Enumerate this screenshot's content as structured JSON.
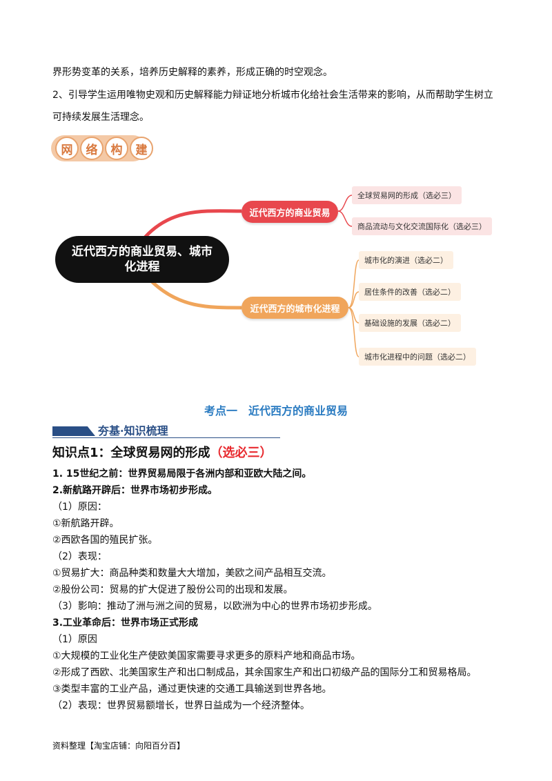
{
  "intro": {
    "line1": "界形势变革的关系，培养历史解释的素养，形成正确的时空观念。",
    "line2": "2、引导学生运用唯物史观和历史解释能力辩证地分析城市化给社会生活带来的影响，从而帮助学生树立",
    "line3": "可持续发展生活理念。"
  },
  "badge": {
    "chars": [
      "网",
      "络",
      "构",
      "建"
    ]
  },
  "mindmap": {
    "central": "近代西方的商业贸易、城市化进程",
    "branch1": {
      "label": "近代西方的商业贸易",
      "leaves": [
        "全球贸易网的形成（选必三）",
        "商品流动与文化交流国际化（选必三）"
      ]
    },
    "branch2": {
      "label": "近代西方的城市化进程",
      "leaves": [
        "城市化的演进（选必二）",
        "居住条件的改善（选必二）",
        "基础设施的发展（选必二）",
        "城市化进程中的问题（选必二）"
      ]
    },
    "colors": {
      "central": "#111111",
      "branch1": "#e8474d",
      "branch2": "#f0a55b"
    }
  },
  "section": {
    "title": "考点一　近代西方的商业贸易",
    "banner": "夯基·知识梳理",
    "kp_title_main": "知识点1：全球贸易网的形成",
    "kp_title_tag": "（选必三）"
  },
  "body": [
    "1.  15世纪之前：世界贸易局限于各洲内部和亚欧大陆之间。",
    "2.新航路开辟后：世界市场初步形成。",
    "（1）原因：",
    "①新航路开辟。",
    "②西欧各国的殖民扩张。",
    "（2）表现：",
    "①贸易扩大：商品种类和数量大大增加，美欧之间产品相互交流。",
    "②股份公司：贸易的扩大促进了股份公司的出现和发展。",
    "（3）影响：推动了洲与洲之间的贸易，以欧洲为中心的世界市场初步形成。",
    "3.工业革命后：世界市场正式形成",
    "（1）原因",
    "①大规模的工业化生产使欧美国家需要寻求更多的原料产地和商品市场。",
    "②形成了西欧、北美国家生产和出口制成品，其余国家生产和出口初级产品的国际分工和贸易格局。",
    "③类型丰富的工业产品，通过更快速的交通工具输送到世界各地。",
    "（2）表现：世界贸易额增长，世界日益成为一个经济整体。"
  ],
  "footer": "资料整理【淘宝店铺：向阳百分百】"
}
